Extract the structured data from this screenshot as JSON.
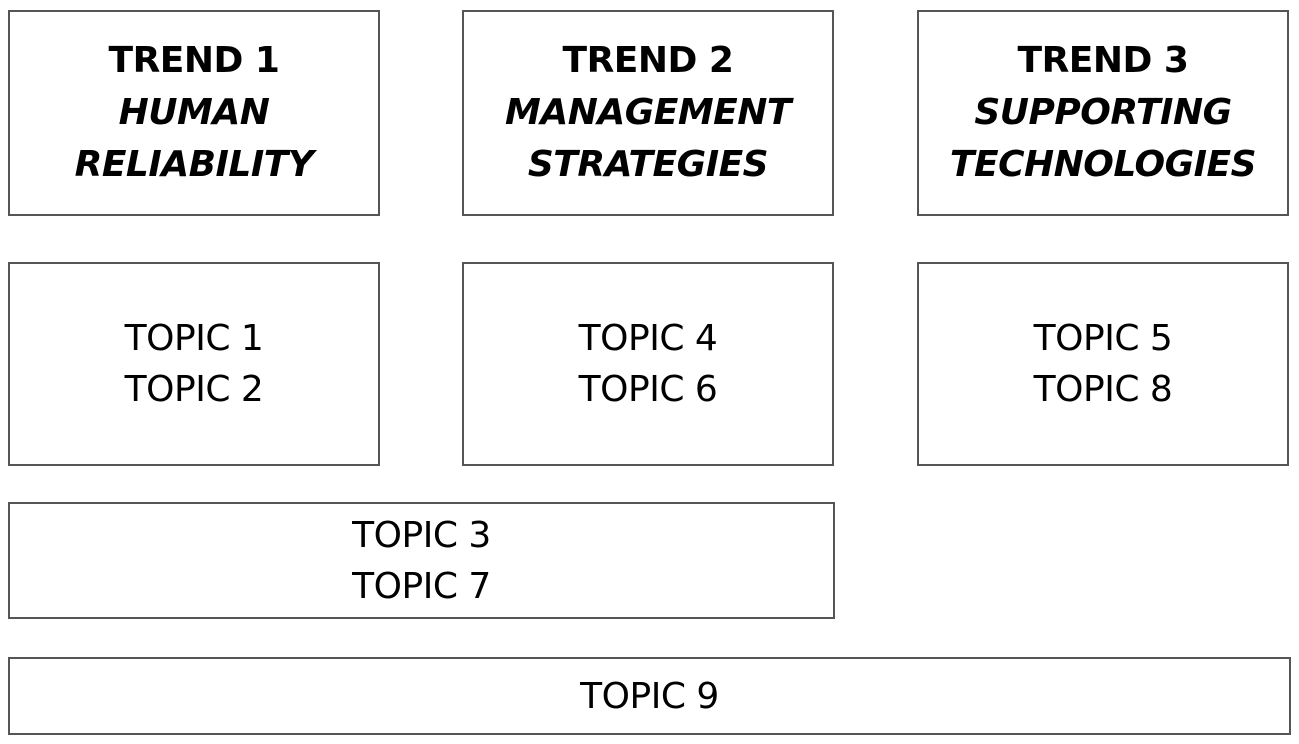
{
  "trends": [
    {
      "title": "TREND 1",
      "subtitle_line1": "HUMAN",
      "subtitle_line2": "RELIABILITY"
    },
    {
      "title": "TREND 2",
      "subtitle_line1": "MANAGEMENT",
      "subtitle_line2": "STRATEGIES"
    },
    {
      "title": "TREND 3",
      "subtitle_line1": "SUPPORTING",
      "subtitle_line2": "TECHNOLOGIES"
    }
  ],
  "topic_groups": [
    {
      "topics": [
        "TOPIC 1",
        "TOPIC 2"
      ]
    },
    {
      "topics": [
        "TOPIC 4",
        "TOPIC 6"
      ]
    },
    {
      "topics": [
        "TOPIC 5",
        "TOPIC 8"
      ]
    }
  ],
  "shared_trend_1_2": {
    "topics": [
      "TOPIC 3",
      "TOPIC 7"
    ]
  },
  "shared_all_trends": {
    "topics": [
      "TOPIC 9"
    ]
  },
  "colors": {
    "border": "#555555",
    "text": "#000000",
    "background": "#ffffff"
  }
}
